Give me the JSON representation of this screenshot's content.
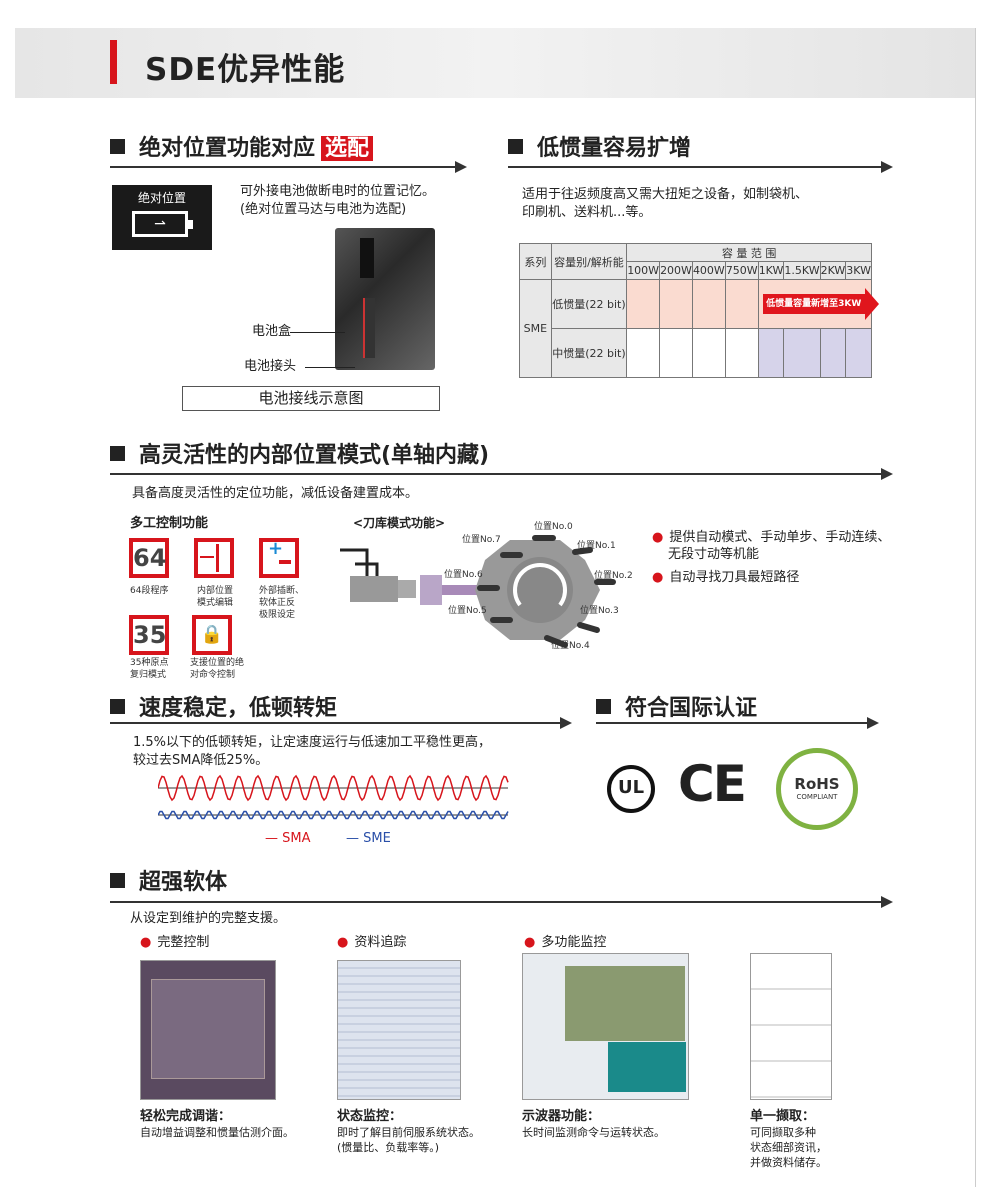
{
  "header": {
    "title": "SDE优异性能"
  },
  "s1": {
    "title": "绝对位置功能对应",
    "tag": "选配",
    "icon_label": "绝对位置",
    "desc1": "可外接电池做断电时的位置记忆。",
    "desc2": "(绝对位置马达与电池为选配)",
    "label_box": "电池盒",
    "label_conn": "电池接头",
    "caption": "电池接线示意图"
  },
  "s2": {
    "title": "低惯量容易扩增",
    "desc1": "适用于往返频度高又需大扭矩之设备，如制袋机、",
    "desc2": "印刷机、送料机...等。",
    "table": {
      "h_series": "系列",
      "h_cap": "容量别/解析能",
      "h_range": "容 量 范 围",
      "cols": [
        "100W",
        "200W",
        "400W",
        "750W",
        "1KW",
        "1.5KW",
        "2KW",
        "3KW"
      ],
      "series": "SME",
      "row1": "低惯量(22 bit)",
      "row2": "中惯量(22 bit)",
      "callout": "低惯量容量新增至3KW"
    }
  },
  "s3": {
    "title": "高灵活性的内部位置模式(单轴内藏)",
    "desc": "具备高度灵活性的定位功能，减低设备建置成本。",
    "multi_title": "多工控制功能",
    "icons": [
      {
        "glyph": "64",
        "label1": "64段程序",
        "label2": ""
      },
      {
        "glyph": "",
        "label1": "内部位置",
        "label2": "模式编辑"
      },
      {
        "glyph": "",
        "label1": "外部插断、",
        "label2": "软体正反",
        "label3": "极限设定"
      },
      {
        "glyph": "35",
        "label1": "35种原点",
        "label2": "复归模式"
      },
      {
        "glyph": "",
        "label1": "支援位置的绝",
        "label2": "对命令控制"
      }
    ],
    "tool_title": "<刀库模式功能>",
    "positions": [
      "位置No.0",
      "位置No.1",
      "位置No.2",
      "位置No.3",
      "位置No.4",
      "位置No.5",
      "位置No.6",
      "位置No.7"
    ],
    "bullets": [
      "提供自动模式、手动单步、手动连续、",
      "无段寸动等机能",
      "自动寻找刀具最短路径"
    ]
  },
  "s4": {
    "title": "速度稳定，低顿转矩",
    "desc1": "1.5%以下的低顿转矩，让定速度运行与低速加工平稳性更高，",
    "desc2": "较过去SMA降低25%。",
    "legend_sma": "SMA",
    "legend_sme": "SME",
    "color_sma": "#d7151c",
    "color_sme": "#2a4fa8"
  },
  "s5": {
    "title": "符合国际认证",
    "ul": "UL",
    "ce": "CE",
    "rohs": "RoHS",
    "rohs_sub": "COMPLIANT"
  },
  "s6": {
    "title": "超强软体",
    "desc": "从设定到维护的完整支援。",
    "bullets": [
      "完整控制",
      "资料追踪",
      "多功能监控"
    ],
    "captions": [
      {
        "title": "轻松完成调谐：",
        "lines": [
          "自动增益调整和惯量估测介面。"
        ]
      },
      {
        "title": "状态监控：",
        "lines": [
          "即时了解目前伺服系统状态。",
          "(惯量比、负载率等。)"
        ]
      },
      {
        "title": "示波器功能：",
        "lines": [
          "长时间监测命令与运转状态。"
        ]
      },
      {
        "title": "单一撷取：",
        "lines": [
          "可同撷取多种",
          "状态细部资讯，",
          "并做资料储存。"
        ]
      }
    ]
  }
}
